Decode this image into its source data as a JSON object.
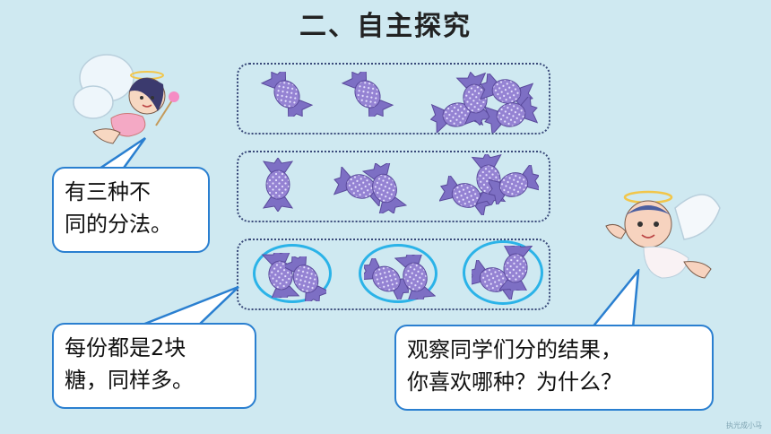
{
  "title": "二、自主探究",
  "bubbles": {
    "left_top": {
      "line1": "有三种不",
      "line2": "同的分法。"
    },
    "left_bottom": {
      "line1": "每份都是2块",
      "line2": "糖，同样多。"
    },
    "right": {
      "line1": "观察同学们分的结果，",
      "line2": "你喜欢哪种？为什么？"
    }
  },
  "rows": [
    {
      "groups": [
        1,
        1,
        4
      ]
    },
    {
      "groups": [
        1,
        2,
        3
      ]
    },
    {
      "groups": [
        2,
        2,
        2
      ]
    }
  ],
  "colors": {
    "background": "#cfe9f1",
    "candy": "#9b8ad6",
    "ring": "#2bb3e8",
    "bubble_border": "#2a7fd0"
  },
  "icons": [
    "fairy-icon",
    "angel-icon",
    "candy-icon"
  ],
  "watermark": "执光成小马"
}
